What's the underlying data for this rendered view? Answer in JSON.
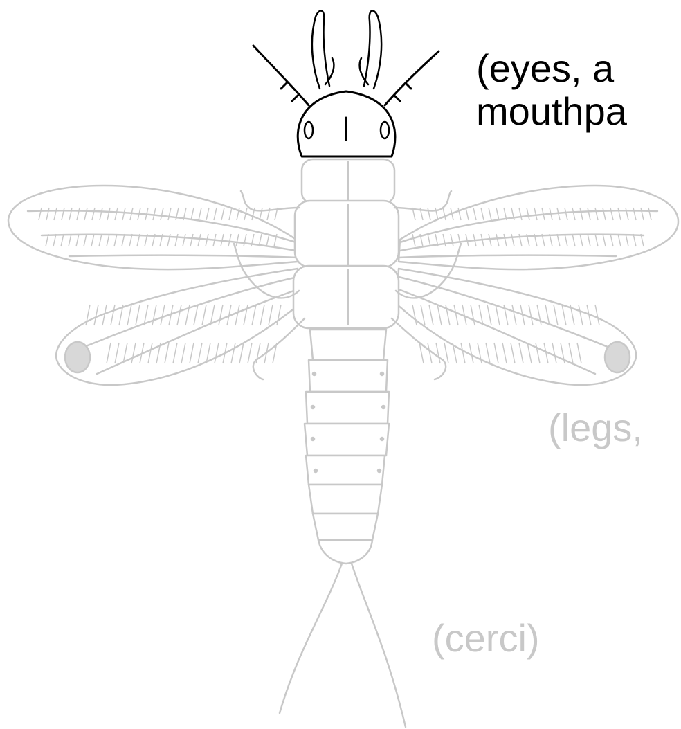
{
  "labels": {
    "head": {
      "line1": "(eyes, a",
      "line2": "mouthpa"
    },
    "thorax": "(legs,",
    "abdomen": "(cerci)"
  },
  "colors": {
    "head_highlight": "#000000",
    "faded_body": "#c8c8c8",
    "background": "#ffffff"
  }
}
